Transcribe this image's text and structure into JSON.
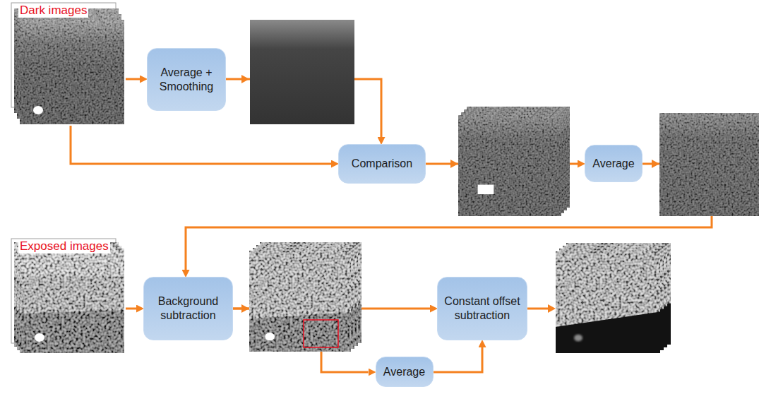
{
  "diagram": {
    "nodes": [
      {
        "text": [
          "Dark images"
        ]
      },
      {
        "text": [
          "Average + Smoothing"
        ]
      },
      {
        "text": [
          "Comparison"
        ]
      },
      {
        "text": [
          "Average"
        ]
      },
      {
        "text": [
          "Exposed images"
        ]
      },
      {
        "text": [
          "Background subtraction"
        ]
      },
      {
        "text": [
          "Constant offset subtraction"
        ]
      },
      {
        "text": [
          "Average"
        ]
      }
    ],
    "edges": [
      {
        "from": 0,
        "to": 1,
        "arrow": "to"
      },
      {
        "from": 1,
        "to": 2,
        "arrow": "to"
      },
      {
        "from": 0,
        "to": 2,
        "arrow": "to"
      },
      {
        "from": 2,
        "to": 3,
        "arrow": "to"
      },
      {
        "from": 3,
        "to": 5,
        "arrow": "to"
      },
      {
        "from": 4,
        "to": 5,
        "arrow": "to"
      },
      {
        "from": 5,
        "to": 6,
        "arrow": "to"
      },
      {
        "from": 5,
        "to": 7,
        "arrow": "to"
      },
      {
        "from": 7,
        "to": 6,
        "arrow": "to"
      }
    ]
  }
}
